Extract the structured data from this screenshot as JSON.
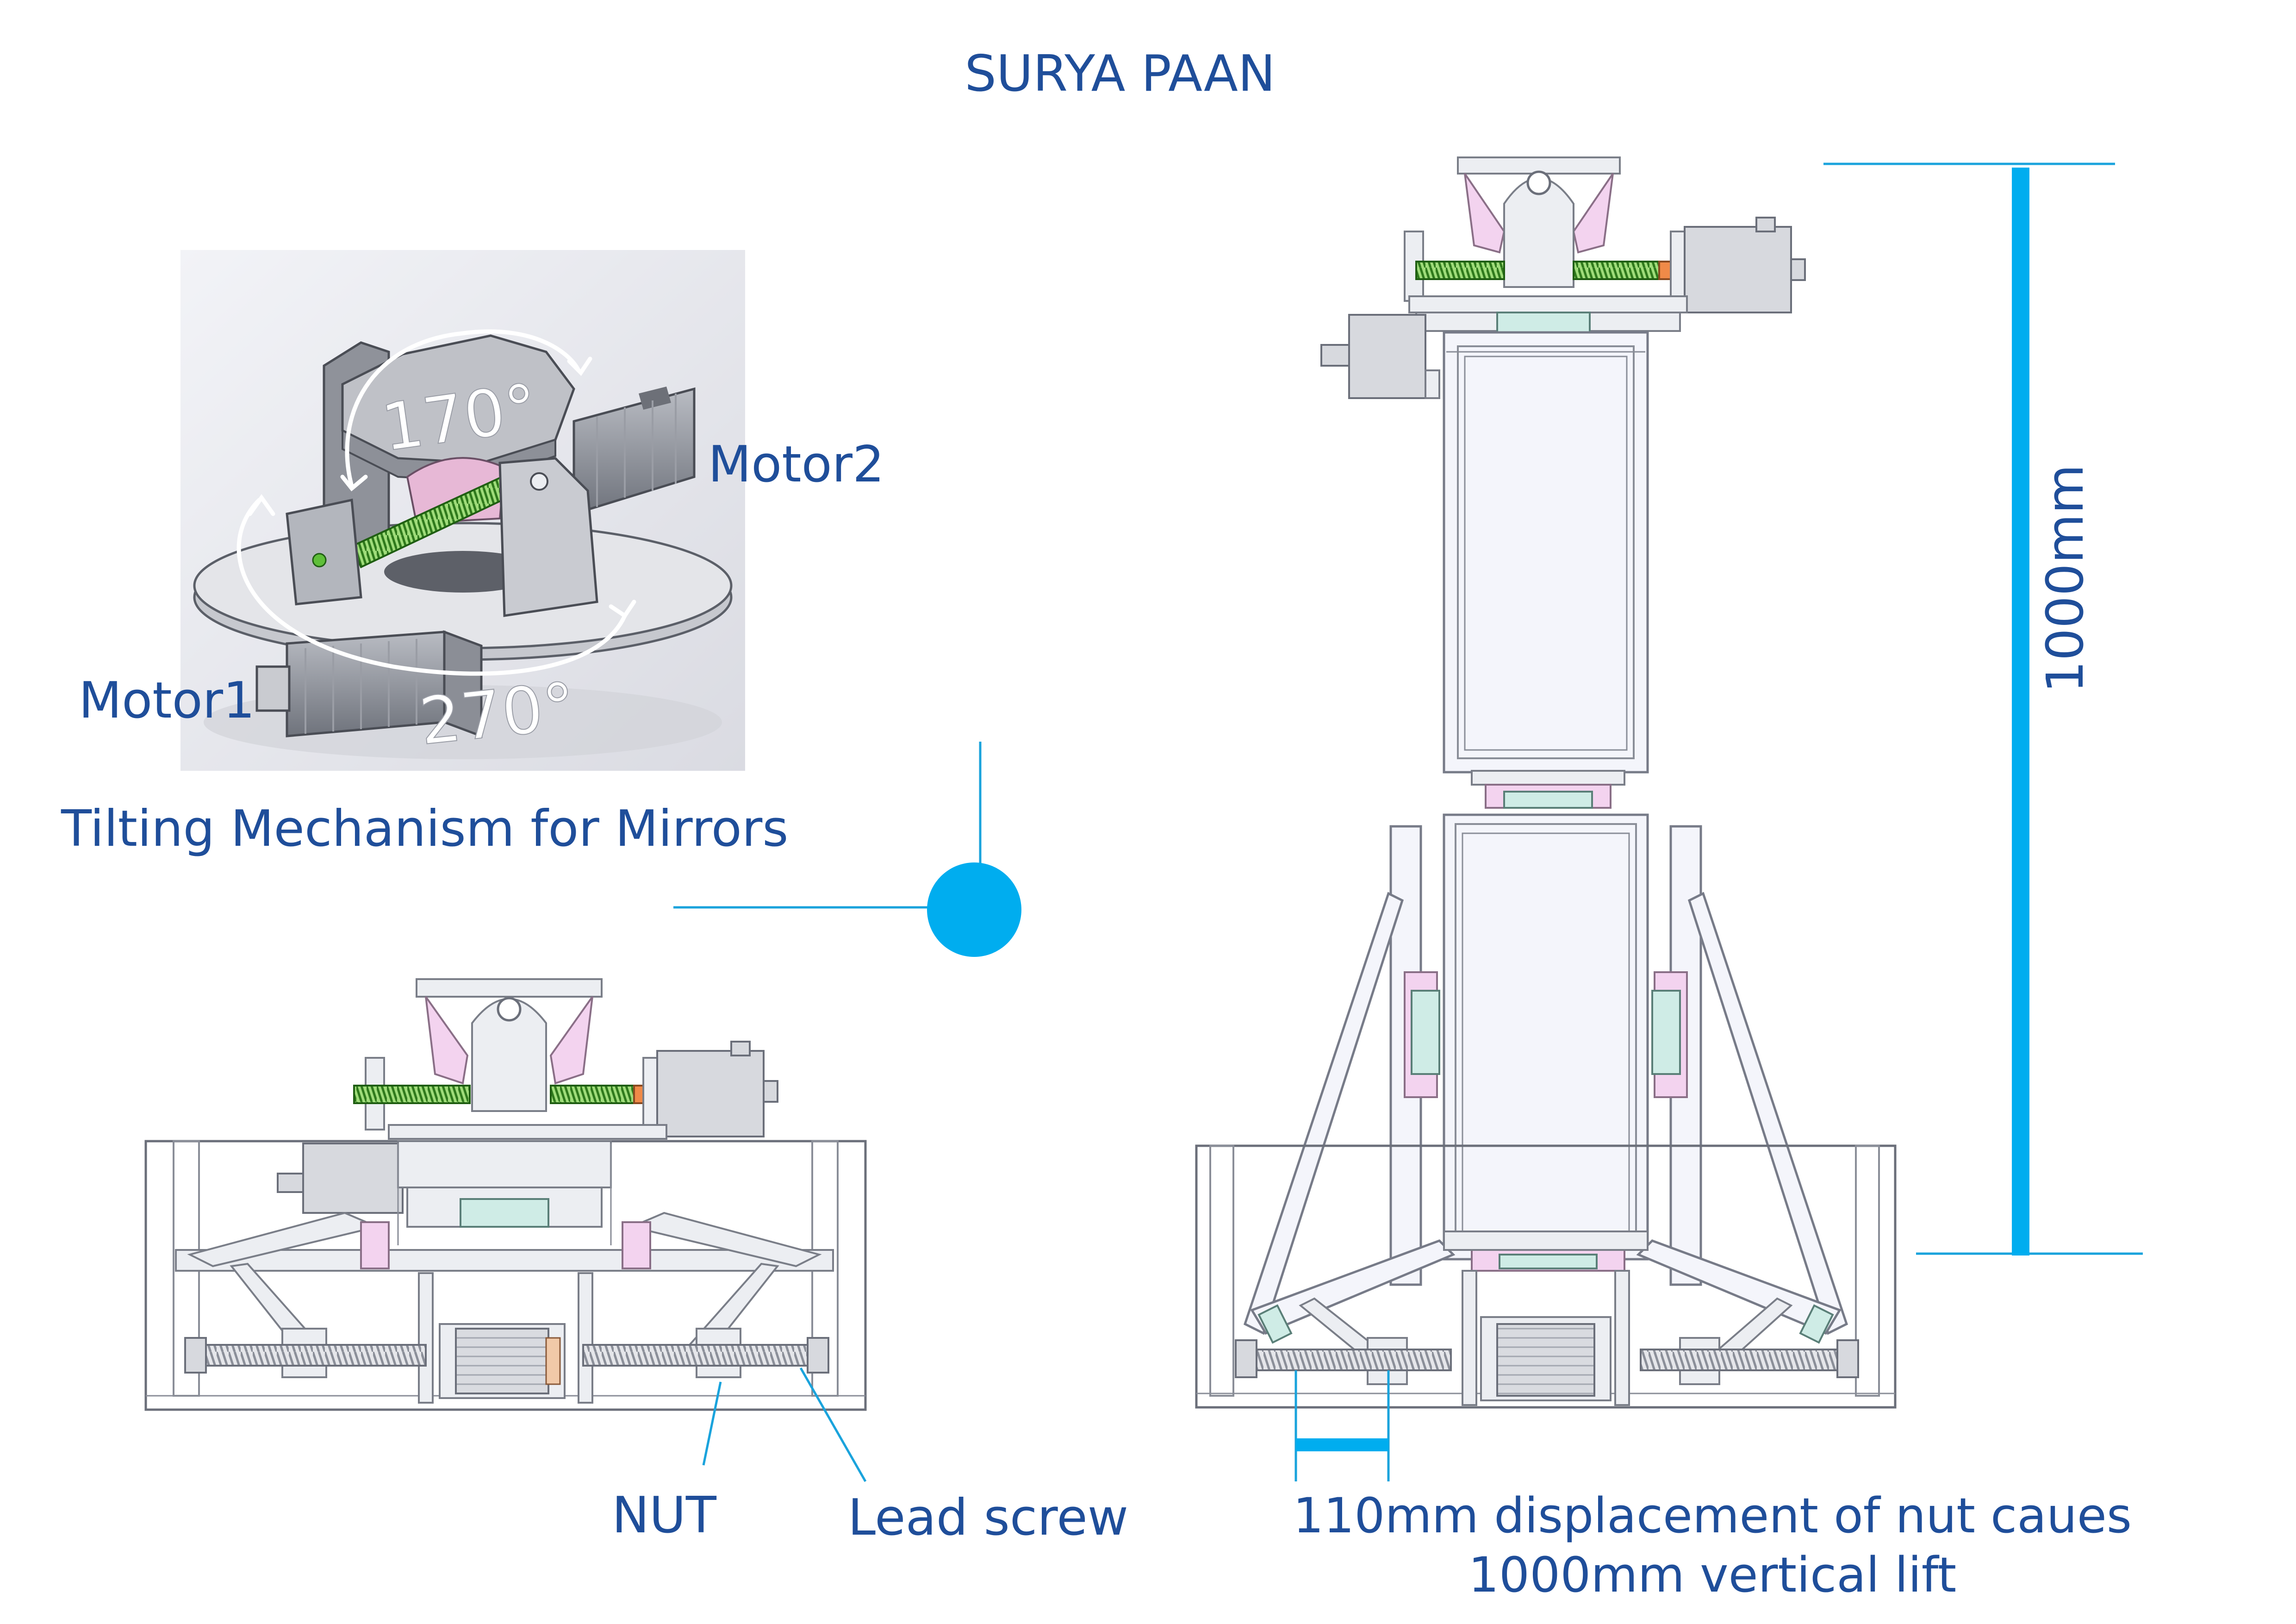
{
  "title": "SURYA PAAN",
  "tilt_panel": {
    "caption": "Tilting Mechanism for Mirrors",
    "motor1_label": "Motor1",
    "motor2_label": "Motor2",
    "angle_top": "170°",
    "angle_bottom": "270°"
  },
  "base_view": {
    "nut_label": "NUT",
    "lead_screw_label": "Lead screw"
  },
  "lift_view": {
    "height_dimension": "1000mm",
    "caption_line1": "110mm displacement of nut caues",
    "caption_line2": "1000mm vertical lift"
  },
  "colors": {
    "label_blue": "#1f4e9a",
    "accent_cyan": "#1aa3dc",
    "part_pink": "#f3d3ef",
    "part_teal": "#cfece6",
    "screw_green": "#5fbf3a"
  }
}
